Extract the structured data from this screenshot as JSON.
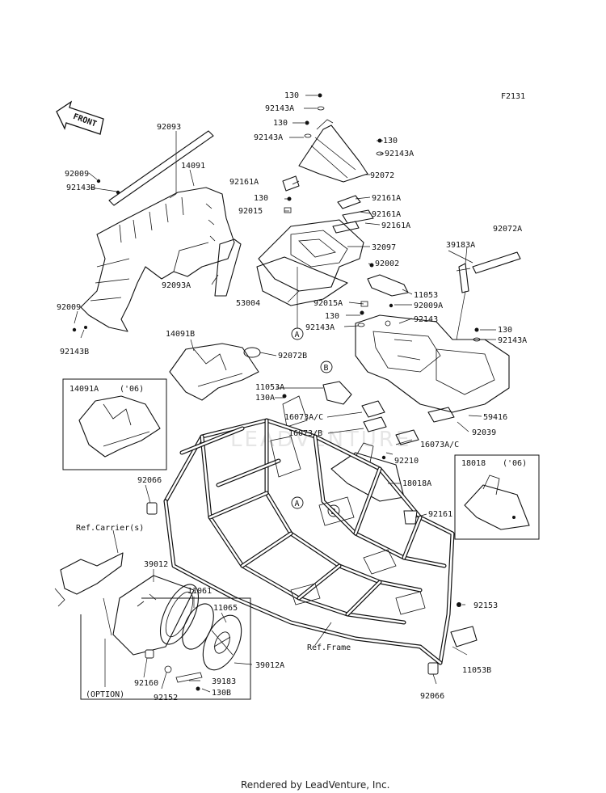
{
  "diagram_code": "F2131",
  "front_label": "FRONT",
  "footer": "Rendered by LeadVenture, Inc.",
  "watermark": "LEADVENTURE",
  "variant_year": "('06)",
  "option_label": "(OPTION)",
  "refs": {
    "carrier": "Ref.Carrier(s)",
    "frame": "Ref.Frame"
  },
  "callouts": {
    "a": "A",
    "b": "B"
  },
  "parts": {
    "p130_1": "130",
    "p92143A_1": "92143A",
    "p130_2": "130",
    "p92143A_2": "92143A",
    "p130_3": "130",
    "p92143A_3": "92143A",
    "p92072": "92072",
    "p92161A_1": "92161A",
    "p130_4": "130",
    "p92015": "92015",
    "p92161A_2": "92161A",
    "p92161A_3": "92161A",
    "p92161A_4": "92161A",
    "p32097": "32097",
    "p92002": "92002",
    "p11053": "11053",
    "p92009A": "92009A",
    "p92015A": "92015A",
    "p130_5": "130",
    "p92143A_5": "92143A",
    "p92143": "92143",
    "p130_6": "130",
    "p92143A_6": "92143A",
    "p53004": "53004",
    "p92093": "92093",
    "p14091": "14091",
    "p92009_1": "92009",
    "p92143B_1": "92143B",
    "p92093A": "92093A",
    "p92009_2": "92009",
    "p92143B_2": "92143B",
    "p14091B": "14091B",
    "p92072B": "92072B",
    "p14091A": "14091A",
    "p92072A": "92072A",
    "p39183A": "39183A",
    "p11053A": "11053A",
    "p130A": "130A",
    "p16073AC_1": "16073A/C",
    "p16073B": "16073/B",
    "p16073AC_2": "16073A/C",
    "p59416": "59416",
    "p92039": "92039",
    "p92210": "92210",
    "p18018A": "18018A",
    "p18018": "18018",
    "p92066_1": "92066",
    "p92161": "92161",
    "p39012": "39012",
    "p11061": "11061",
    "p11065": "11065",
    "p39012A": "39012A",
    "p39183": "39183",
    "p130B": "130B",
    "p92160": "92160",
    "p92152": "92152",
    "p92153": "92153",
    "p11053B": "11053B",
    "p92066_2": "92066"
  }
}
